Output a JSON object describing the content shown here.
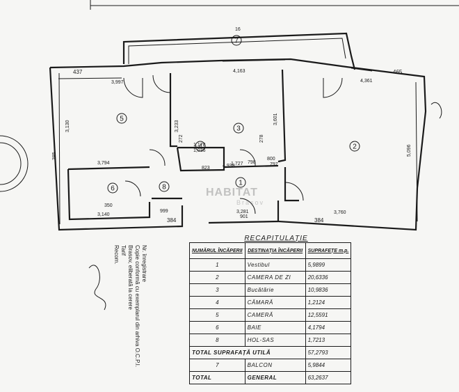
{
  "plan": {
    "room_numbers": [
      "1",
      "2",
      "3",
      "4",
      "5",
      "6",
      "7",
      "8"
    ],
    "dims": {
      "balcony_top": "16",
      "top_left_437": "437",
      "top_right_465": "465",
      "left_385": "385",
      "bottom_384_left": "384",
      "bottom_384_right": "384",
      "r5_width": "3,997",
      "r3_width": "4,163",
      "r2_width": "4,361",
      "r5_height": "3,130",
      "r2_height": "5,096",
      "r3_height": "3,601",
      "r6_width": "3,140",
      "r2_bottom": "3,760",
      "hall_800": "800",
      "hall_797": "797",
      "hall_798": "798",
      "hall_999": "999",
      "r4_w": "1,178",
      "r4_h": "1,036",
      "r1_w": "1,727",
      "hall_350": "350",
      "hall_901": "901",
      "hall_231": "3,281",
      "r3_mid": "3,233",
      "hall_272": "272",
      "hall_278": "278",
      "r4_bottom": "823",
      "r6_top": "3,794",
      "r1_bottom": "4,938"
    }
  },
  "watermark": {
    "brand": "HABITAT",
    "sub": "Brașov"
  },
  "recap": {
    "title": "RECAPITULAȚIE",
    "headers": [
      "NUMĂRUL ÎNCĂPERII",
      "DESTINAȚIA ÎNCĂPERII",
      "SUPRAFEȚE m.p."
    ],
    "rows": [
      {
        "num": "1",
        "dest": "Vestibul",
        "area": "5,9899"
      },
      {
        "num": "2",
        "dest": "CAMERA DE ZI",
        "area": "20,6336"
      },
      {
        "num": "3",
        "dest": "Bucătărie",
        "area": "10,9836"
      },
      {
        "num": "4",
        "dest": "CĂMARĂ",
        "area": "1,2124"
      },
      {
        "num": "5",
        "dest": "CAMERĂ",
        "area": "12,5591"
      },
      {
        "num": "6",
        "dest": "BAIE",
        "area": "4,1794"
      },
      {
        "num": "8",
        "dest": "HOL-SAS",
        "area": "1,7213"
      }
    ],
    "total_util_label": "TOTAL SUPRAFAȚĂ UTILĂ",
    "total_util_value": "57,2793",
    "balcony_num": "7",
    "balcony_label": "BALCON",
    "balcony_value": "5,9844",
    "total_label": "TOTAL",
    "general_label": "GENERAL",
    "general_value": "63,2637"
  },
  "stamp": {
    "line1": "Nr. înregistrare",
    "line2": "Copie conformă cu exemplarul din arhiva O.C.P.I.",
    "line3": "Brasov, eliberată la cerere",
    "line4": "Tarif",
    "line5": "Recom."
  }
}
